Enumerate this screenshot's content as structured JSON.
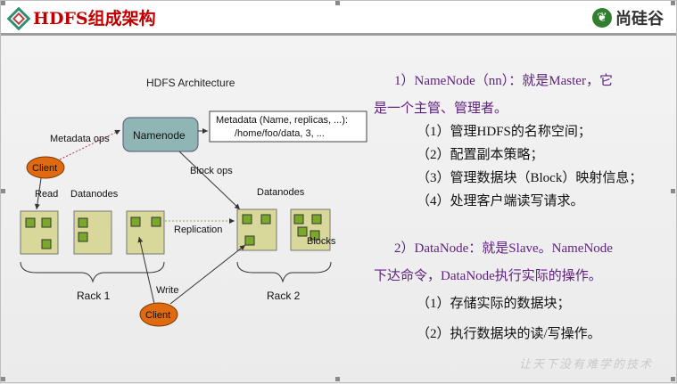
{
  "slide": {
    "title": "HDFS组成架构",
    "brand": "尚硅谷",
    "brand_icon": "leaf-icon",
    "motto": "让天下没有难学的技术"
  },
  "diagram": {
    "title": "HDFS Architecture",
    "namenode": "Namenode",
    "metadata_line1": "Metadata (Name, replicas, ...):",
    "metadata_line2": "/home/foo/data, 3, ...",
    "metadata_ops": "Metadata ops",
    "block_ops": "Block ops",
    "client_top": "Client",
    "client_bottom": "Client",
    "read": "Read",
    "write": "Write",
    "datanodes_left": "Datanodes",
    "datanodes_right": "Datanodes",
    "replication": "Replication",
    "blocks": "Blocks",
    "rack1": "Rack 1",
    "rack2": "Rack 2",
    "colors": {
      "node_fill": "#d8d89a",
      "block_fill": "#7aa82a",
      "namenode_fill": "#8fb5b5",
      "client_fill": "#e06a10"
    }
  },
  "text": {
    "p1_line1": "1）NameNode（nn）：就是Master，它",
    "p1_line2": "是一个主管、管理者。",
    "p1_items": [
      "（1）管理HDFS的名称空间；",
      "（2）配置副本策略；",
      "（3）管理数据块（Block）映射信息；",
      "（4）处理客户端读写请求。"
    ],
    "p2_line1": "2）DataNode：就是Slave。NameNode",
    "p2_line2": "下达命令，DataNode执行实际的操作。",
    "p2_items": [
      "（1）存储实际的数据块；",
      "（2）执行数据块的读/写操作。"
    ]
  }
}
